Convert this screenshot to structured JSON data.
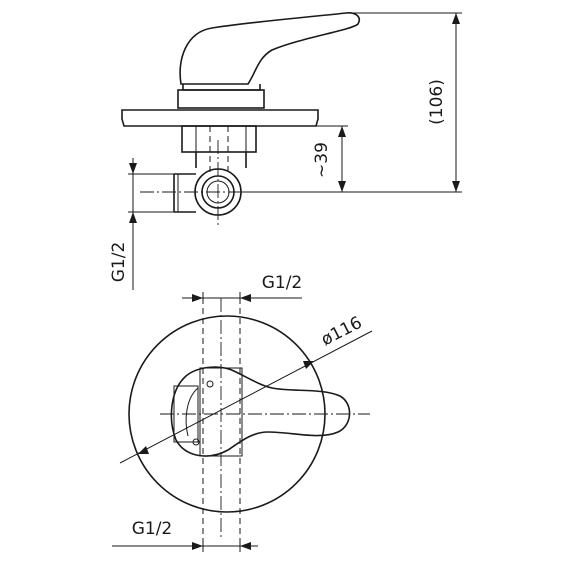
{
  "labels": {
    "height_total": "(106)",
    "depth": "~39",
    "side_thread": "G1/2",
    "top_thread": "G1/2",
    "diameter": "ø116",
    "bottom_thread": "G1/2"
  }
}
